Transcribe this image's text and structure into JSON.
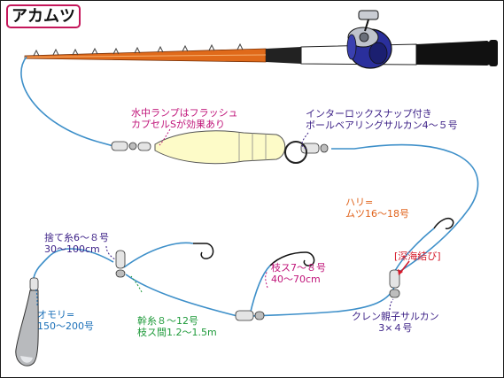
{
  "title": "アカムツ",
  "labels": {
    "lamp": [
      "水中ランプはフラッシュ",
      "カプセルSが効果あり"
    ],
    "swivel_top": [
      "インターロックスナップ付き",
      "ボールベアリングサルカン4～５号"
    ],
    "hook": [
      "ハリ=",
      "ムツ16～18号"
    ],
    "knot": "[深海結び]",
    "sinker_line": [
      "捨て糸6～８号",
      "30～100cm"
    ],
    "branch": [
      "枝ス7～８号",
      "40～70cm"
    ],
    "sinker": [
      "オモリ=",
      "150～200号"
    ],
    "main_line": [
      "幹糸８～12号",
      "枝ス間1.2～1.5m"
    ],
    "crane_swivel": [
      "クレン親子サルカン",
      "3×４号"
    ]
  },
  "colors": {
    "line": "#3d8fc9",
    "magenta": "#c0157a",
    "purple": "#3b1f86",
    "orange": "#e0621a",
    "green": "#1e9a3a",
    "red": "#d51a2a",
    "title_border": "#c4165a"
  }
}
